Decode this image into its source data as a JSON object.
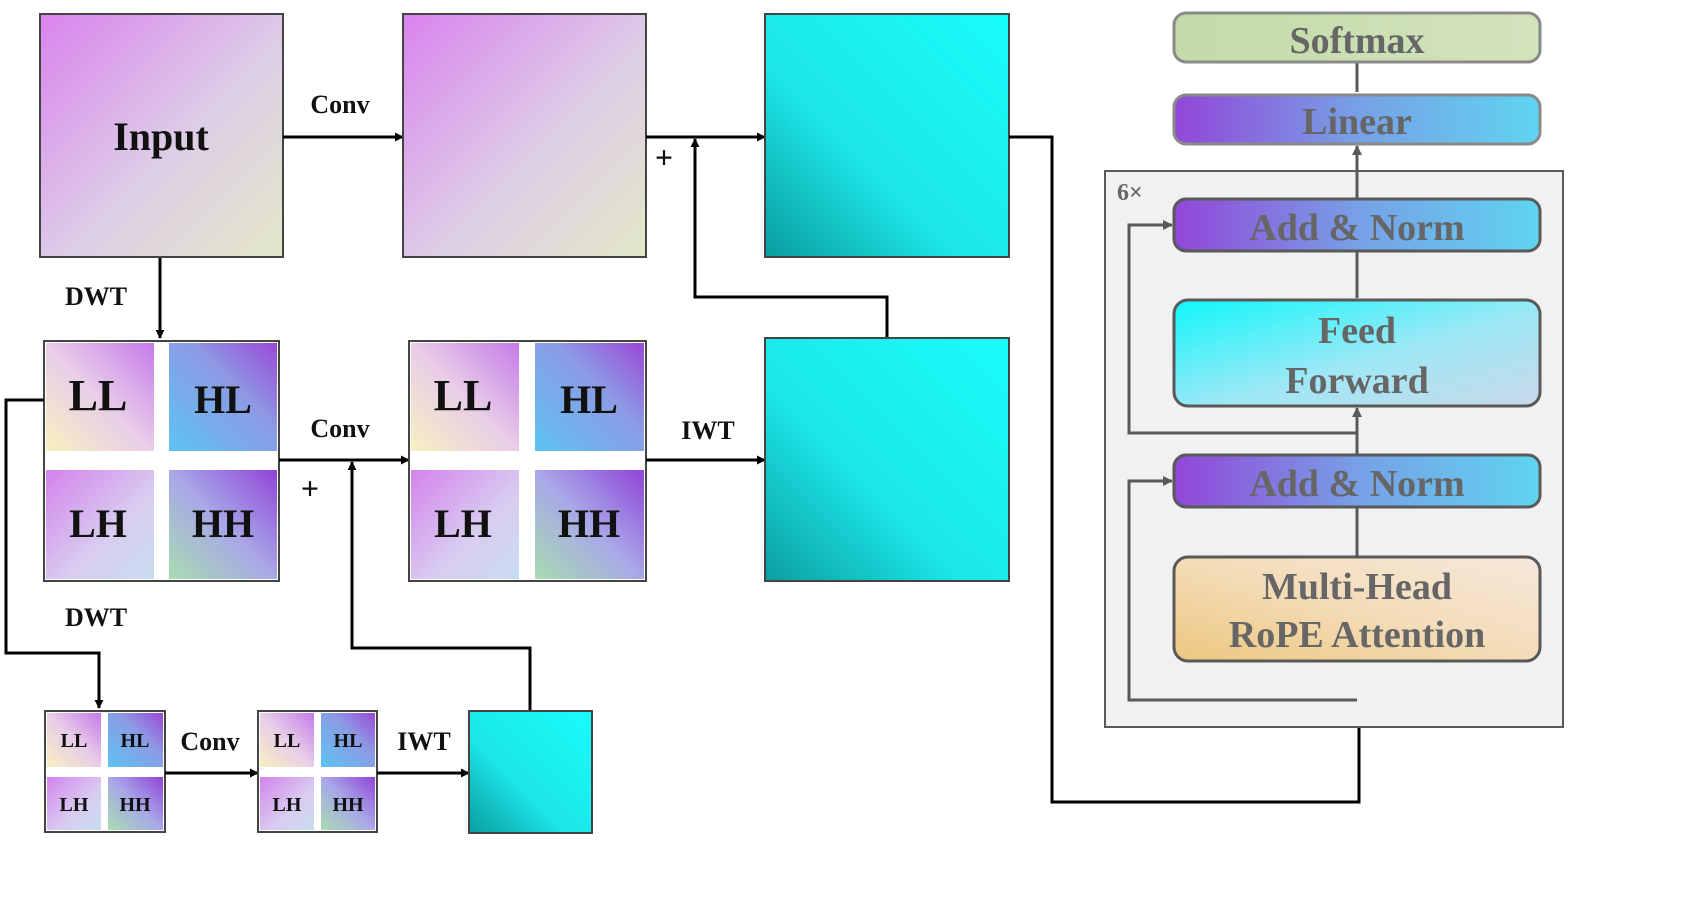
{
  "input_block": {
    "label": "Input"
  },
  "edge_labels": {
    "conv_top": "Conv",
    "dwt_1": "DWT",
    "conv_mid": "Conv",
    "iwt_mid": "IWT",
    "dwt_2": "DWT",
    "conv_bottom": "Conv",
    "iwt_bottom": "IWT",
    "plus_top": "+",
    "plus_mid": "+"
  },
  "subbands": [
    "LL",
    "HL",
    "LH",
    "HH"
  ],
  "transformer": {
    "repeat": "6×",
    "softmax": "Softmax",
    "linear": "Linear",
    "add_norm_top": "Add & Norm",
    "feed_forward": [
      "Feed",
      "Forward"
    ],
    "add_norm_bottom": "Add & Norm",
    "attention": [
      "Multi-Head",
      "RoPE Attention"
    ]
  },
  "colors": {
    "input_gradient": [
      "#d983ee",
      "#ddd5e6",
      "#e3e8c8"
    ],
    "cyan_gradient": [
      "#18fdfa",
      "#1ceaec",
      "#0a9d9f"
    ],
    "purple_blue_gradient": [
      "#9246d8",
      "#6fa6e6",
      "#5fd4f0"
    ],
    "softmax_fill": "#c8ddb0",
    "feed_forward_gradient": [
      "#0ff7fa",
      "#a2e6f5",
      "#c8d8e8"
    ],
    "attention_gradient": [
      "#ecc77e",
      "#f5e0bd",
      "#f5e6d8"
    ],
    "box_text": "#666666",
    "frame": "#595959",
    "panel_bg": "#f1f1f1"
  }
}
